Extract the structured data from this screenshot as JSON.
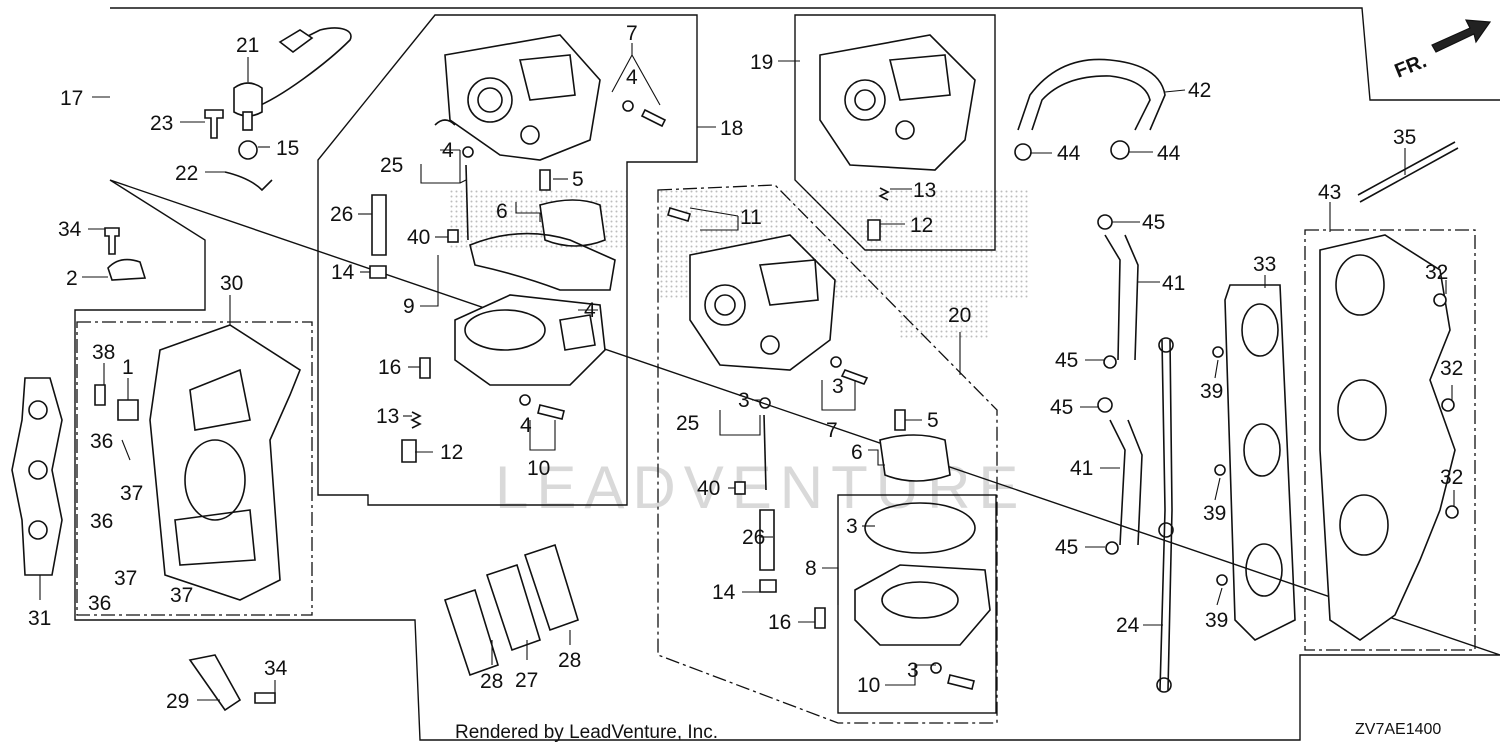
{
  "diagram": {
    "fr_arrow_label": "FR.",
    "watermark": "LEADVENTURE",
    "footer_credit": "Rendered by LeadVenture, Inc.",
    "diagram_code": "ZV7AE1400"
  },
  "callouts": [
    {
      "id": "c21a",
      "label": "21"
    },
    {
      "id": "c23",
      "label": "23"
    },
    {
      "id": "c15",
      "label": "15"
    },
    {
      "id": "c22",
      "label": "22"
    },
    {
      "id": "c17",
      "label": "17"
    },
    {
      "id": "c7a",
      "label": "7"
    },
    {
      "id": "c4a",
      "label": "4"
    },
    {
      "id": "c18",
      "label": "18"
    },
    {
      "id": "c4b",
      "label": "4"
    },
    {
      "id": "c25a",
      "label": "25"
    },
    {
      "id": "c5a",
      "label": "5"
    },
    {
      "id": "c26a",
      "label": "26"
    },
    {
      "id": "c6a",
      "label": "6"
    },
    {
      "id": "c40a",
      "label": "40"
    },
    {
      "id": "c14a",
      "label": "14"
    },
    {
      "id": "c9",
      "label": "9"
    },
    {
      "id": "c4c",
      "label": "4"
    },
    {
      "id": "c16a",
      "label": "16"
    },
    {
      "id": "c13a",
      "label": "13"
    },
    {
      "id": "c4d",
      "label": "4"
    },
    {
      "id": "c12a",
      "label": "12"
    },
    {
      "id": "c10a",
      "label": "10"
    },
    {
      "id": "c34a",
      "label": "34"
    },
    {
      "id": "c2",
      "label": "2"
    },
    {
      "id": "c30",
      "label": "30"
    },
    {
      "id": "c38",
      "label": "38"
    },
    {
      "id": "c1",
      "label": "1"
    },
    {
      "id": "c36a",
      "label": "36"
    },
    {
      "id": "c37a",
      "label": "37"
    },
    {
      "id": "c36b",
      "label": "36"
    },
    {
      "id": "c37b",
      "label": "37"
    },
    {
      "id": "c36c",
      "label": "36"
    },
    {
      "id": "c37c",
      "label": "37"
    },
    {
      "id": "c31",
      "label": "31"
    },
    {
      "id": "c29",
      "label": "29"
    },
    {
      "id": "c34b",
      "label": "34"
    },
    {
      "id": "c28a",
      "label": "28"
    },
    {
      "id": "c27",
      "label": "27"
    },
    {
      "id": "c28b",
      "label": "28"
    },
    {
      "id": "c19",
      "label": "19"
    },
    {
      "id": "c13b",
      "label": "13"
    },
    {
      "id": "c12b",
      "label": "12"
    },
    {
      "id": "c11",
      "label": "11"
    },
    {
      "id": "c20",
      "label": "20"
    },
    {
      "id": "c3a",
      "label": "3"
    },
    {
      "id": "c7b",
      "label": "7"
    },
    {
      "id": "c3b",
      "label": "3"
    },
    {
      "id": "c25b",
      "label": "25"
    },
    {
      "id": "c5b",
      "label": "5"
    },
    {
      "id": "c6b",
      "label": "6"
    },
    {
      "id": "c40b",
      "label": "40"
    },
    {
      "id": "c3c",
      "label": "3"
    },
    {
      "id": "c26b",
      "label": "26"
    },
    {
      "id": "c8",
      "label": "8"
    },
    {
      "id": "c14b",
      "label": "14"
    },
    {
      "id": "c16b",
      "label": "16"
    },
    {
      "id": "c10b",
      "label": "10"
    },
    {
      "id": "c3d",
      "label": "3"
    },
    {
      "id": "c42",
      "label": "42"
    },
    {
      "id": "c44a",
      "label": "44"
    },
    {
      "id": "c44b",
      "label": "44"
    },
    {
      "id": "c45a",
      "label": "45"
    },
    {
      "id": "c41a",
      "label": "41"
    },
    {
      "id": "c45b",
      "label": "45"
    },
    {
      "id": "c45c",
      "label": "45"
    },
    {
      "id": "c41b",
      "label": "41"
    },
    {
      "id": "c45d",
      "label": "45"
    },
    {
      "id": "c24",
      "label": "24"
    },
    {
      "id": "c35",
      "label": "35"
    },
    {
      "id": "c43",
      "label": "43"
    },
    {
      "id": "c33",
      "label": "33"
    },
    {
      "id": "c32a",
      "label": "32"
    },
    {
      "id": "c32b",
      "label": "32"
    },
    {
      "id": "c32c",
      "label": "32"
    },
    {
      "id": "c39a",
      "label": "39"
    },
    {
      "id": "c39b",
      "label": "39"
    },
    {
      "id": "c39c",
      "label": "39"
    }
  ]
}
